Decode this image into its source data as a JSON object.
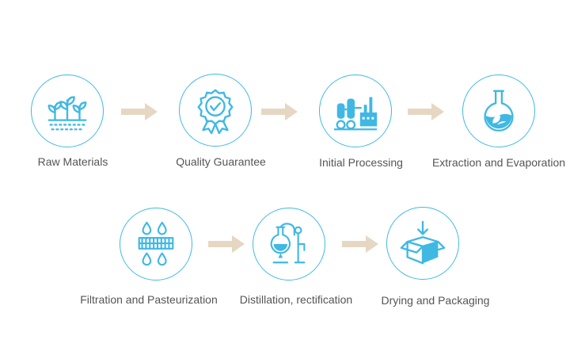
{
  "colors": {
    "accent": "#3fb8e4",
    "arrow": "#e6d7c3",
    "text": "#555555"
  },
  "steps": [
    {
      "label": "Raw Materials",
      "icon": "sprouts-in-soil-icon"
    },
    {
      "label": "Quality Guarantee",
      "icon": "quality-badge-icon"
    },
    {
      "label": "Initial Processing",
      "icon": "factory-icon"
    },
    {
      "label": "Extraction and Evaporation",
      "icon": "flask-leaf-icon"
    },
    {
      "label": "Filtration and Pasteurization",
      "icon": "filter-droplets-icon"
    },
    {
      "label": "Distillation, rectification",
      "icon": "distillation-apparatus-icon"
    },
    {
      "label": "Drying and Packaging",
      "icon": "package-box-icon"
    }
  ],
  "arrows": [
    "arrow-right-icon",
    "arrow-right-icon",
    "arrow-right-icon",
    "arrow-right-icon",
    "arrow-right-icon"
  ]
}
